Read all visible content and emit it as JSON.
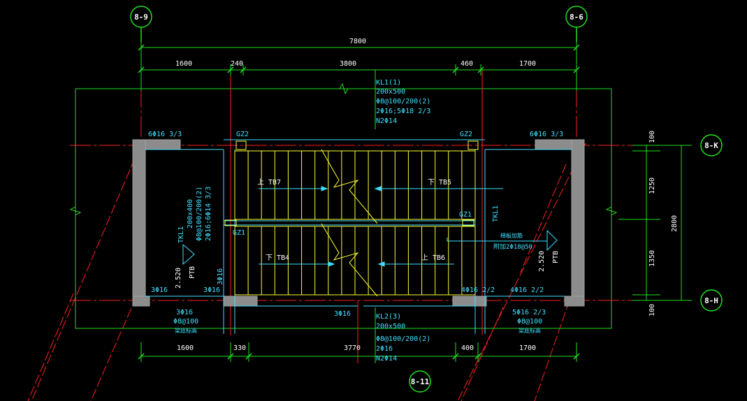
{
  "axes": {
    "top_left": "8-9",
    "top_right": "8-6",
    "bottom": "8-11",
    "right_top": "8-K",
    "right_bottom": "8-H"
  },
  "dims_top": {
    "overall": "7800",
    "seg1": "1600",
    "seg2": "240",
    "seg3": "3800",
    "seg4": "460",
    "seg5": "1700"
  },
  "dims_bottom": {
    "seg1": "1600",
    "seg2": "330",
    "seg3": "3770",
    "seg4": "400",
    "seg5": "1700"
  },
  "dims_right": {
    "top": "100",
    "upper": "1250",
    "overall": "2800",
    "lower": "1350",
    "bottom": "100"
  },
  "kl1": {
    "name": "KL1(1)",
    "size": "200x500",
    "stirrup": "Φ8@100/200(2)",
    "main": "2Φ16;5Φ18 2/3",
    "side": "N2Φ14"
  },
  "kl2": {
    "name": "KL2(3)",
    "size": "200x500",
    "stirrup": "Φ8@100/200(2)",
    "main": "2Φ16",
    "side": "N2Φ14"
  },
  "tkl1_left": {
    "name": "TKL1",
    "size": "200x400",
    "stirrup": "Φ8@100/200(2)",
    "main": "2Φ16;6Φ14 3/3"
  },
  "tkl1_right": "TKL1",
  "labels": {
    "gz2_left": "GZ2",
    "gz2_right": "GZ2",
    "gz1_left": "GZ1",
    "gz1_right": "GZ1",
    "rebar_tl": "6Φ16 3/3",
    "rebar_tr": "6Φ16 3/3",
    "tb7": "上 TB7",
    "tb5": "下 TB5",
    "tb4": "下 TB4",
    "tb6": "上 TB6",
    "ptb_left": "PTB",
    "ptb_right": "PTB",
    "elev_left": "2.520",
    "elev_right": "2.520",
    "r3_16a": "3Φ16",
    "r3_16b": "3Φ16",
    "r3_16c": "3Φ16",
    "r3_16d": "3Φ16",
    "r4_16a": "4Φ16 2/2",
    "r4_16b": "4Φ16 2/2",
    "bl_1": "3Φ16",
    "bl_2": "Φ8@100",
    "bl_3": "梁底标高",
    "br_1": "5Φ16 2/3",
    "br_2": "Φ8@100",
    "br_3": "梁底标高",
    "note_1": "梯板加筋",
    "note_2": "附加2Φ18@50"
  }
}
